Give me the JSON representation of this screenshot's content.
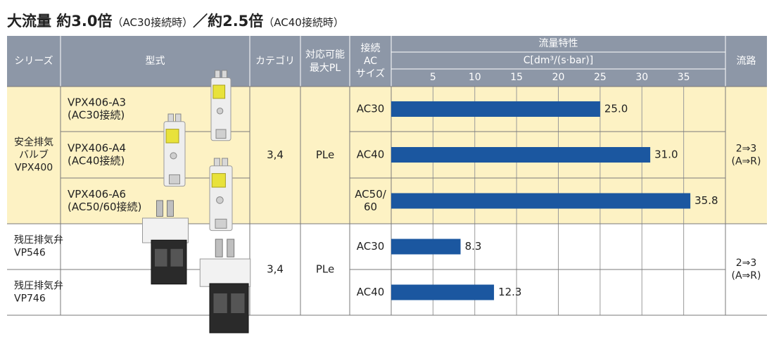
{
  "heading": {
    "part1": "大流量 約3.0倍",
    "part2": "（AC30接続時）",
    "sep": "／",
    "part3": "約2.5倍",
    "part4": "（AC40接続時）"
  },
  "colors": {
    "header_bg": "#8d97a7",
    "yellow_bg": "#fdf2c4",
    "bar": "#1b57a0",
    "grid": "#9a9a9a"
  },
  "table": {
    "headers": {
      "series": "シリーズ",
      "model": "型式",
      "category": "カテゴリ",
      "pl_line1": "対応可能",
      "pl_line2": "最大PL",
      "conn_line1": "接続",
      "conn_line2": "AC",
      "conn_line3": "サイズ",
      "flow_title": "流量特性",
      "flow_unit": "C[dm³/(s·bar)]",
      "path": "流路"
    },
    "groups": [
      {
        "series_lines": [
          "安全排気",
          "バルブ",
          "VPX400"
        ],
        "category": "3,4",
        "pl": "PLe",
        "path_lines": [
          "2⇒3",
          "(A⇒R)"
        ],
        "rows": [
          {
            "model_lines": [
              "VPX406-A3",
              "(AC30接続)"
            ],
            "conn_lines": [
              "AC30"
            ],
            "value_label": "25.0"
          },
          {
            "model_lines": [
              "VPX406-A4",
              "(AC40接続)"
            ],
            "conn_lines": [
              "AC40"
            ],
            "value_label": "31.0"
          },
          {
            "model_lines": [
              "VPX406-A6",
              "(AC50/60接続)"
            ],
            "conn_lines": [
              "AC50/",
              "60"
            ],
            "value_label": "35.8"
          }
        ]
      },
      {
        "category": "3,4",
        "pl": "PLe",
        "path_lines": [
          "2⇒3",
          "(A⇒R)"
        ],
        "rows": [
          {
            "series_lines": [
              "残圧排気弁",
              "VP546"
            ],
            "conn_lines": [
              "AC30"
            ],
            "value_label": "8.3"
          },
          {
            "series_lines": [
              "残圧排気弁",
              "VP746"
            ],
            "conn_lines": [
              "AC40"
            ],
            "value_label": "12.3"
          }
        ]
      }
    ]
  },
  "chart_data": {
    "type": "bar",
    "orientation": "horizontal",
    "title": "流量特性",
    "xlabel": "C[dm³/(s·bar)]",
    "categories": [
      "AC30",
      "AC40",
      "AC50/60",
      "AC30",
      "AC40"
    ],
    "values": [
      25.0,
      31.0,
      35.8,
      8.3,
      12.3
    ],
    "xticks": [
      5,
      10,
      15,
      20,
      25,
      30,
      35
    ],
    "xlim": [
      0,
      40
    ],
    "grid": true
  }
}
